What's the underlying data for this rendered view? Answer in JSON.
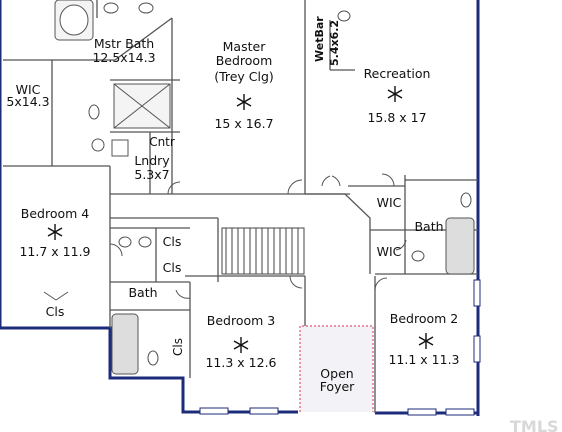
{
  "rooms": {
    "master_bath": {
      "name": "Mstr Bath",
      "dims": "12.5x14.3"
    },
    "master_bedroom": {
      "line1": "Master",
      "line2": "Bedroom",
      "line3": "(Trey Clg)",
      "dims": "15 x 16.7"
    },
    "wetbar": {
      "name": "WetBar",
      "dims": "5.4x6.2"
    },
    "recreation": {
      "name": "Recreation",
      "dims": "15.8 x 17"
    },
    "wic_master": {
      "name": "WIC",
      "dims": "5x14.3"
    },
    "cntr": {
      "name": "Cntr"
    },
    "laundry": {
      "name": "Lndry",
      "dims": "5.3x7"
    },
    "bedroom4": {
      "name": "Bedroom 4",
      "dims": "11.7 x 11.9"
    },
    "bedroom4_closet": {
      "name": "Cls"
    },
    "hall_cls_1": {
      "name": "Cls"
    },
    "hall_cls_2": {
      "name": "Cls"
    },
    "hall_bath": {
      "name": "Bath"
    },
    "bedroom3": {
      "name": "Bedroom 3",
      "dims": "11.3 x 12.6"
    },
    "bedroom3_closet": {
      "name": "Cls"
    },
    "open_foyer": {
      "line1": "Open",
      "line2": "Foyer"
    },
    "wic_right": {
      "name": "WIC"
    },
    "bath_right": {
      "name": "Bath"
    },
    "wic_lower_right": {
      "name": "WIC"
    },
    "bedroom2": {
      "name": "Bedroom 2",
      "dims": "11.1 x 11.3"
    }
  },
  "watermark": "TMLS",
  "colors": {
    "exterior_wall": "#1c2b7a",
    "wall": "#555555",
    "foyer": "#f3f3f7",
    "foyer_railing": "#e0507a",
    "tub": "#dddddd"
  }
}
